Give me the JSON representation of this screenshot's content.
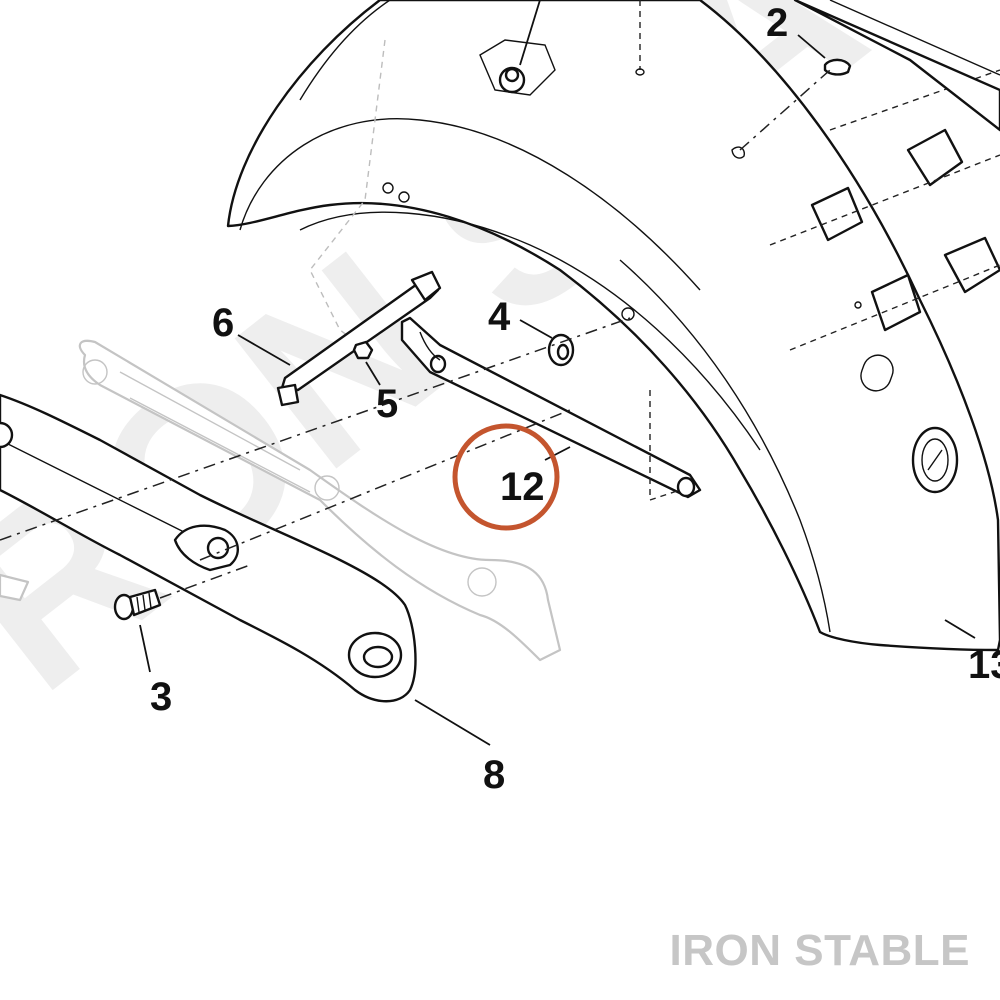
{
  "diagram": {
    "part_labels": [
      "2",
      "6",
      "4",
      "5",
      "12",
      "3",
      "8",
      "13"
    ],
    "highlighted_part": "12",
    "watermark_background_text": "RON STA",
    "brand_watermark": "IRON STABLE"
  }
}
